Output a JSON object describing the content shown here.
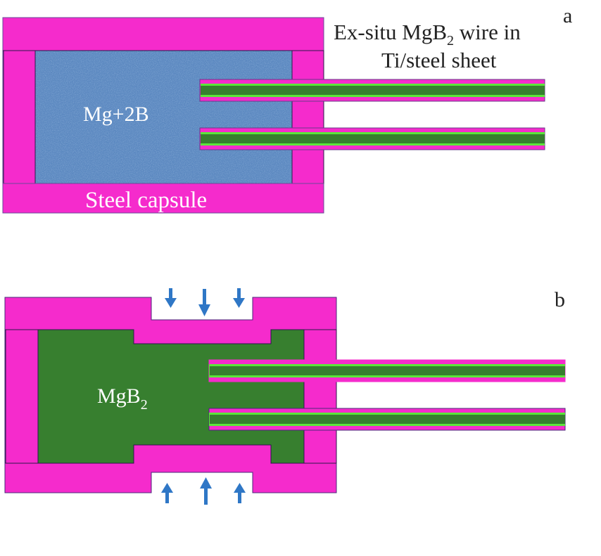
{
  "panel_a": {
    "letter": "a",
    "title_line1_pre": "Ex-situ MgB",
    "title_line1_sub": "2",
    "title_line1_post": " wire in",
    "title_line2": "Ti/steel sheet",
    "fill_label": "Mg+2B",
    "capsule_label": "Steel capsule"
  },
  "panel_b": {
    "letter": "b",
    "fill_label_main": "MgB",
    "fill_label_sub": "2"
  },
  "colors": {
    "steel": "#f52bcc",
    "powder": "#5b88c0",
    "mgb2": "#377f2f",
    "wire_stripe": "#5ce63a",
    "arrow": "#2f77c6",
    "outline": "#3a2060",
    "text_dark": "#222222",
    "text_light": "#ffffff"
  }
}
